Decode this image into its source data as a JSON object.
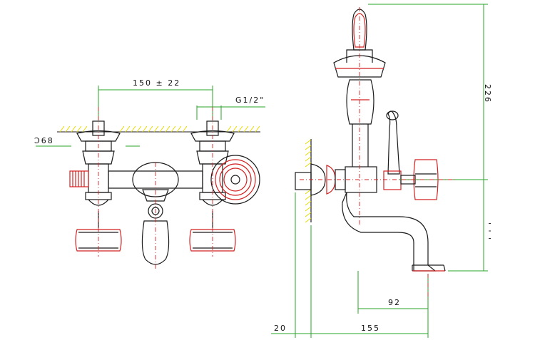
{
  "dimensions": {
    "spacing": "150 ± 22",
    "thread": "G1/2\"",
    "diameter": "Ͻ68",
    "height": "226",
    "spout_reach": "92",
    "wall_offset": "20",
    "total_depth": "155",
    "vertical_marks": "' ' '"
  },
  "colors": {
    "outline": "#1a1a1a",
    "accent": "#d42020",
    "dimension": "#2aa42a",
    "wall_hatch": "#e8d800"
  }
}
